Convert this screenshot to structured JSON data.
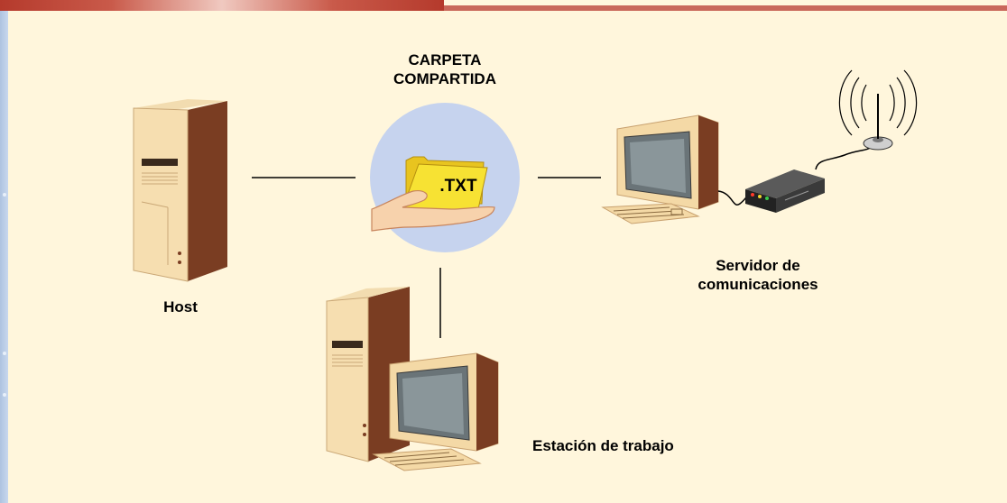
{
  "labels": {
    "shared_folder": "CARPETA\nCOMPARTIDA",
    "host": "Host",
    "comm_server": "Servidor de\ncomunicaciones",
    "workstation": "Estación de trabajo",
    "file_tag": ".TXT"
  },
  "colors": {
    "background": "#fff6dc",
    "top_bar": "#b53a2c",
    "circle": "#c6d3ee",
    "folder": "#f7e233",
    "beige": "#f4d9a6",
    "brown": "#6b3420"
  },
  "icons": [
    "host-tower-icon",
    "shared-folder-icon",
    "hand-icon",
    "computer-icon",
    "modem-icon",
    "antenna-icon",
    "workstation-icon"
  ]
}
